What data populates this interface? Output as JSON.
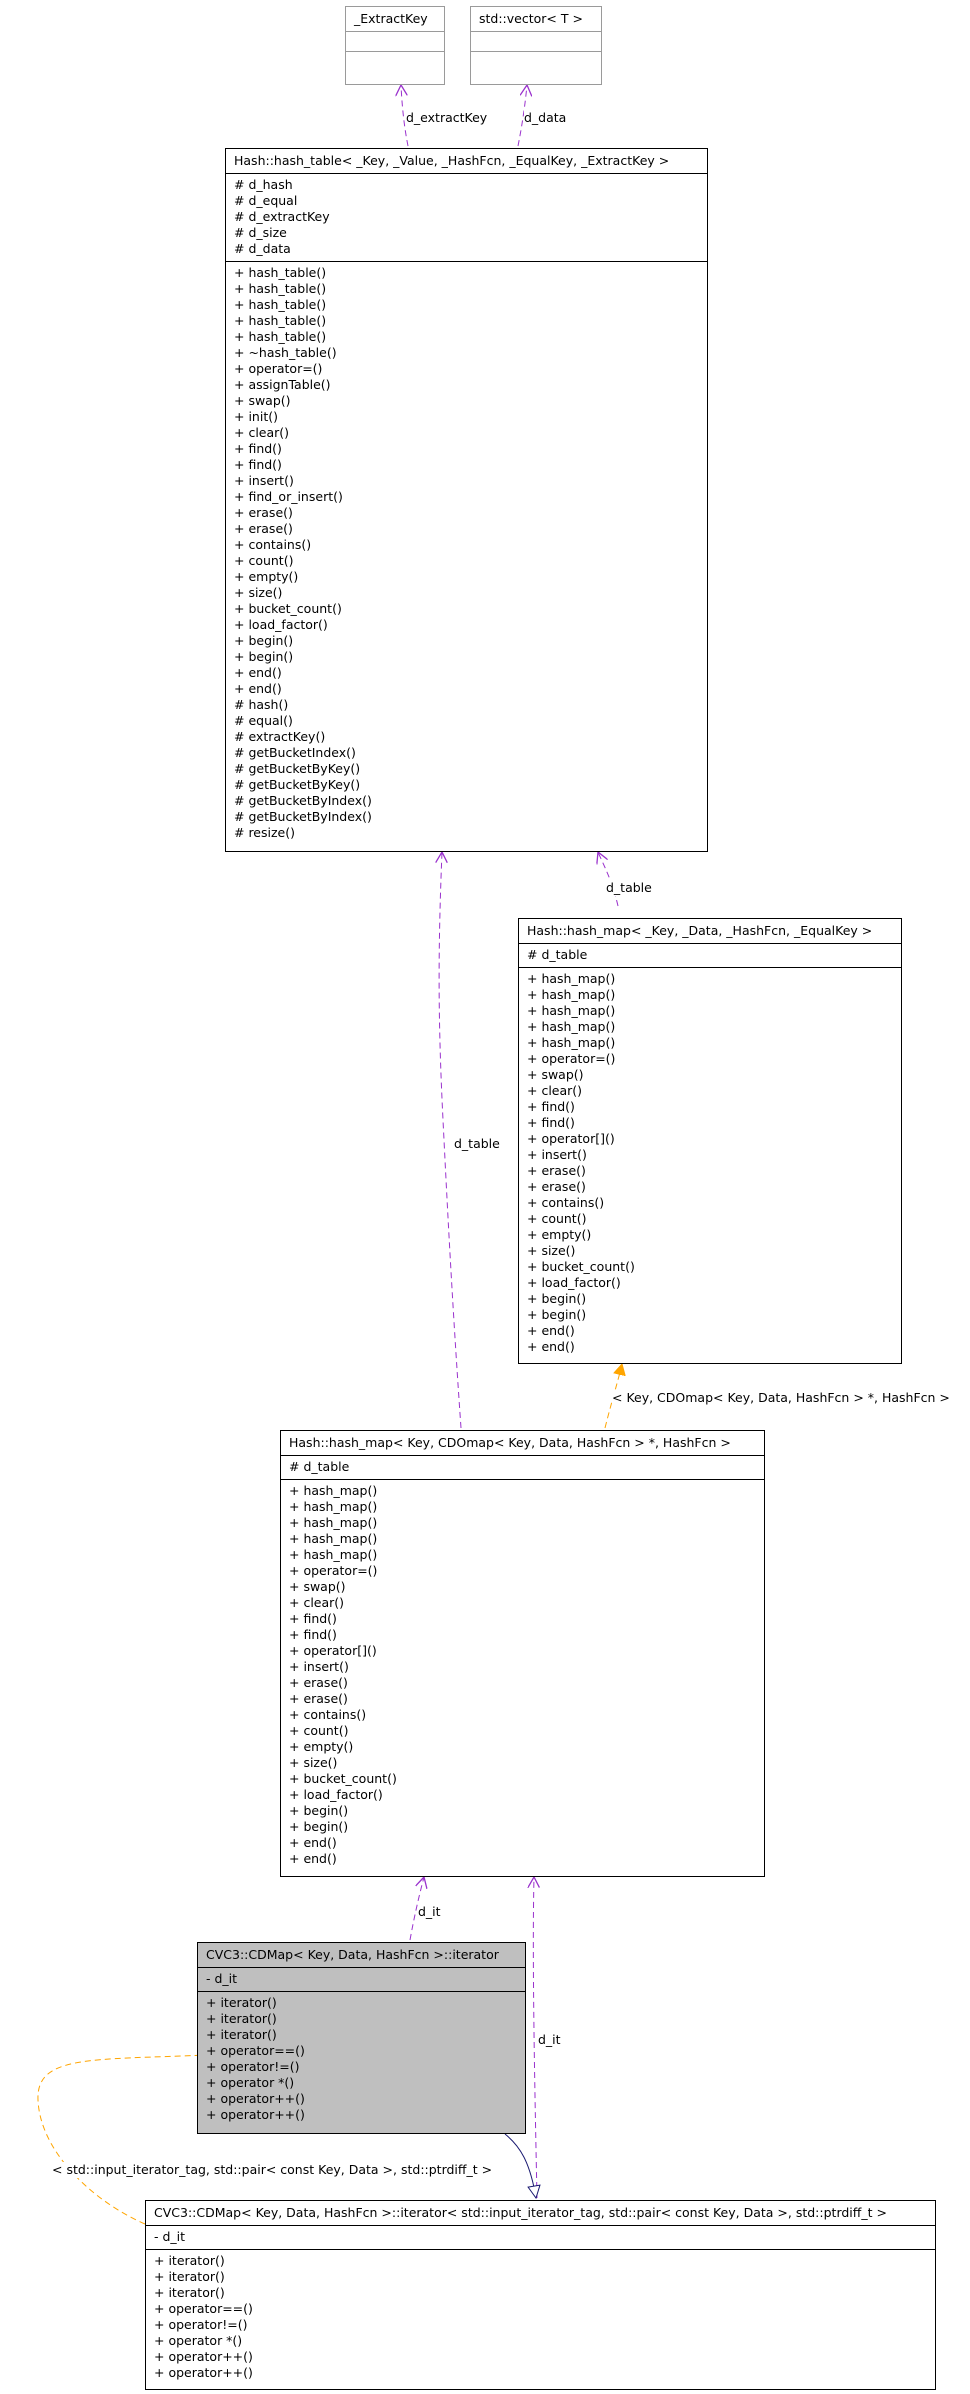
{
  "classes": {
    "extract_key": {
      "title": "_ExtractKey",
      "sections": [
        [],
        []
      ]
    },
    "std_vector": {
      "title": "std::vector< T >",
      "sections": [
        [],
        []
      ]
    },
    "hash_table": {
      "title": "Hash::hash_table< _Key, _Value, _HashFcn, _EqualKey, _ExtractKey >",
      "sections": [
        [
          "# d_hash",
          "# d_equal",
          "# d_extractKey",
          "# d_size",
          "# d_data"
        ],
        [
          "+ hash_table()",
          "+ hash_table()",
          "+ hash_table()",
          "+ hash_table()",
          "+ hash_table()",
          "+ ~hash_table()",
          "+ operator=()",
          "+ assignTable()",
          "+ swap()",
          "+ init()",
          "+ clear()",
          "+ find()",
          "+ find()",
          "+ insert()",
          "+ find_or_insert()",
          "+ erase()",
          "+ erase()",
          "+ contains()",
          "+ count()",
          "+ empty()",
          "+ size()",
          "+ bucket_count()",
          "+ load_factor()",
          "+ begin()",
          "+ begin()",
          "+ end()",
          "+ end()",
          "# hash()",
          "# equal()",
          "# extractKey()",
          "# getBucketIndex()",
          "# getBucketByKey()",
          "# getBucketByKey()",
          "# getBucketByIndex()",
          "# getBucketByIndex()",
          "# resize()"
        ]
      ]
    },
    "hash_map_generic": {
      "title": "Hash::hash_map< _Key, _Data, _HashFcn, _EqualKey >",
      "sections": [
        [
          "# d_table"
        ],
        [
          "+ hash_map()",
          "+ hash_map()",
          "+ hash_map()",
          "+ hash_map()",
          "+ hash_map()",
          "+ operator=()",
          "+ swap()",
          "+ clear()",
          "+ find()",
          "+ find()",
          "+ operator[]()",
          "+ insert()",
          "+ erase()",
          "+ erase()",
          "+ contains()",
          "+ count()",
          "+ empty()",
          "+ size()",
          "+ bucket_count()",
          "+ load_factor()",
          "+ begin()",
          "+ begin()",
          "+ end()",
          "+ end()"
        ]
      ]
    },
    "hash_map_cdomap": {
      "title": "Hash::hash_map< Key, CDOmap< Key, Data, HashFcn > *, HashFcn >",
      "sections": [
        [
          "# d_table"
        ],
        [
          "+ hash_map()",
          "+ hash_map()",
          "+ hash_map()",
          "+ hash_map()",
          "+ hash_map()",
          "+ operator=()",
          "+ swap()",
          "+ clear()",
          "+ find()",
          "+ find()",
          "+ operator[]()",
          "+ insert()",
          "+ erase()",
          "+ erase()",
          "+ contains()",
          "+ count()",
          "+ empty()",
          "+ size()",
          "+ bucket_count()",
          "+ load_factor()",
          "+ begin()",
          "+ begin()",
          "+ end()",
          "+ end()"
        ]
      ]
    },
    "cdmap_iterator": {
      "title": "CVC3::CDMap< Key, Data, HashFcn >::iterator",
      "sections": [
        [
          "- d_it"
        ],
        [
          "+ iterator()",
          "+ iterator()",
          "+ iterator()",
          "+ operator==()",
          "+ operator!=()",
          "+ operator *()",
          "+ operator++()",
          "+ operator++()"
        ]
      ]
    },
    "cdmap_iterator_base": {
      "title": "CVC3::CDMap< Key, Data, HashFcn >::iterator< std::input_iterator_tag, std::pair< const Key, Data >, std::ptrdiff_t >",
      "sections": [
        [
          "- d_it"
        ],
        [
          "+ iterator()",
          "+ iterator()",
          "+ iterator()",
          "+ operator==()",
          "+ operator!=()",
          "+ operator *()",
          "+ operator++()",
          "+ operator++()"
        ]
      ]
    }
  },
  "edge_labels": {
    "d_extractKey": "d_extractKey",
    "d_data": "d_data",
    "d_table_generic": "d_table",
    "d_table_cdomap": "d_table",
    "template_args": "< Key, CDOmap< Key, Data, HashFcn > *, HashFcn >",
    "d_it_iterator": "d_it",
    "d_it_base": "d_it",
    "iterator_template": "< std::input_iterator_tag, std::pair< const Key, Data >, std::ptrdiff_t >"
  },
  "colors": {
    "usage_edge": "#9a32cd",
    "template_edge": "#ffa500",
    "inheritance_edge": "#191970",
    "highlight_fill": "#bfbfbf",
    "empty_border": "#9a9a9a"
  }
}
